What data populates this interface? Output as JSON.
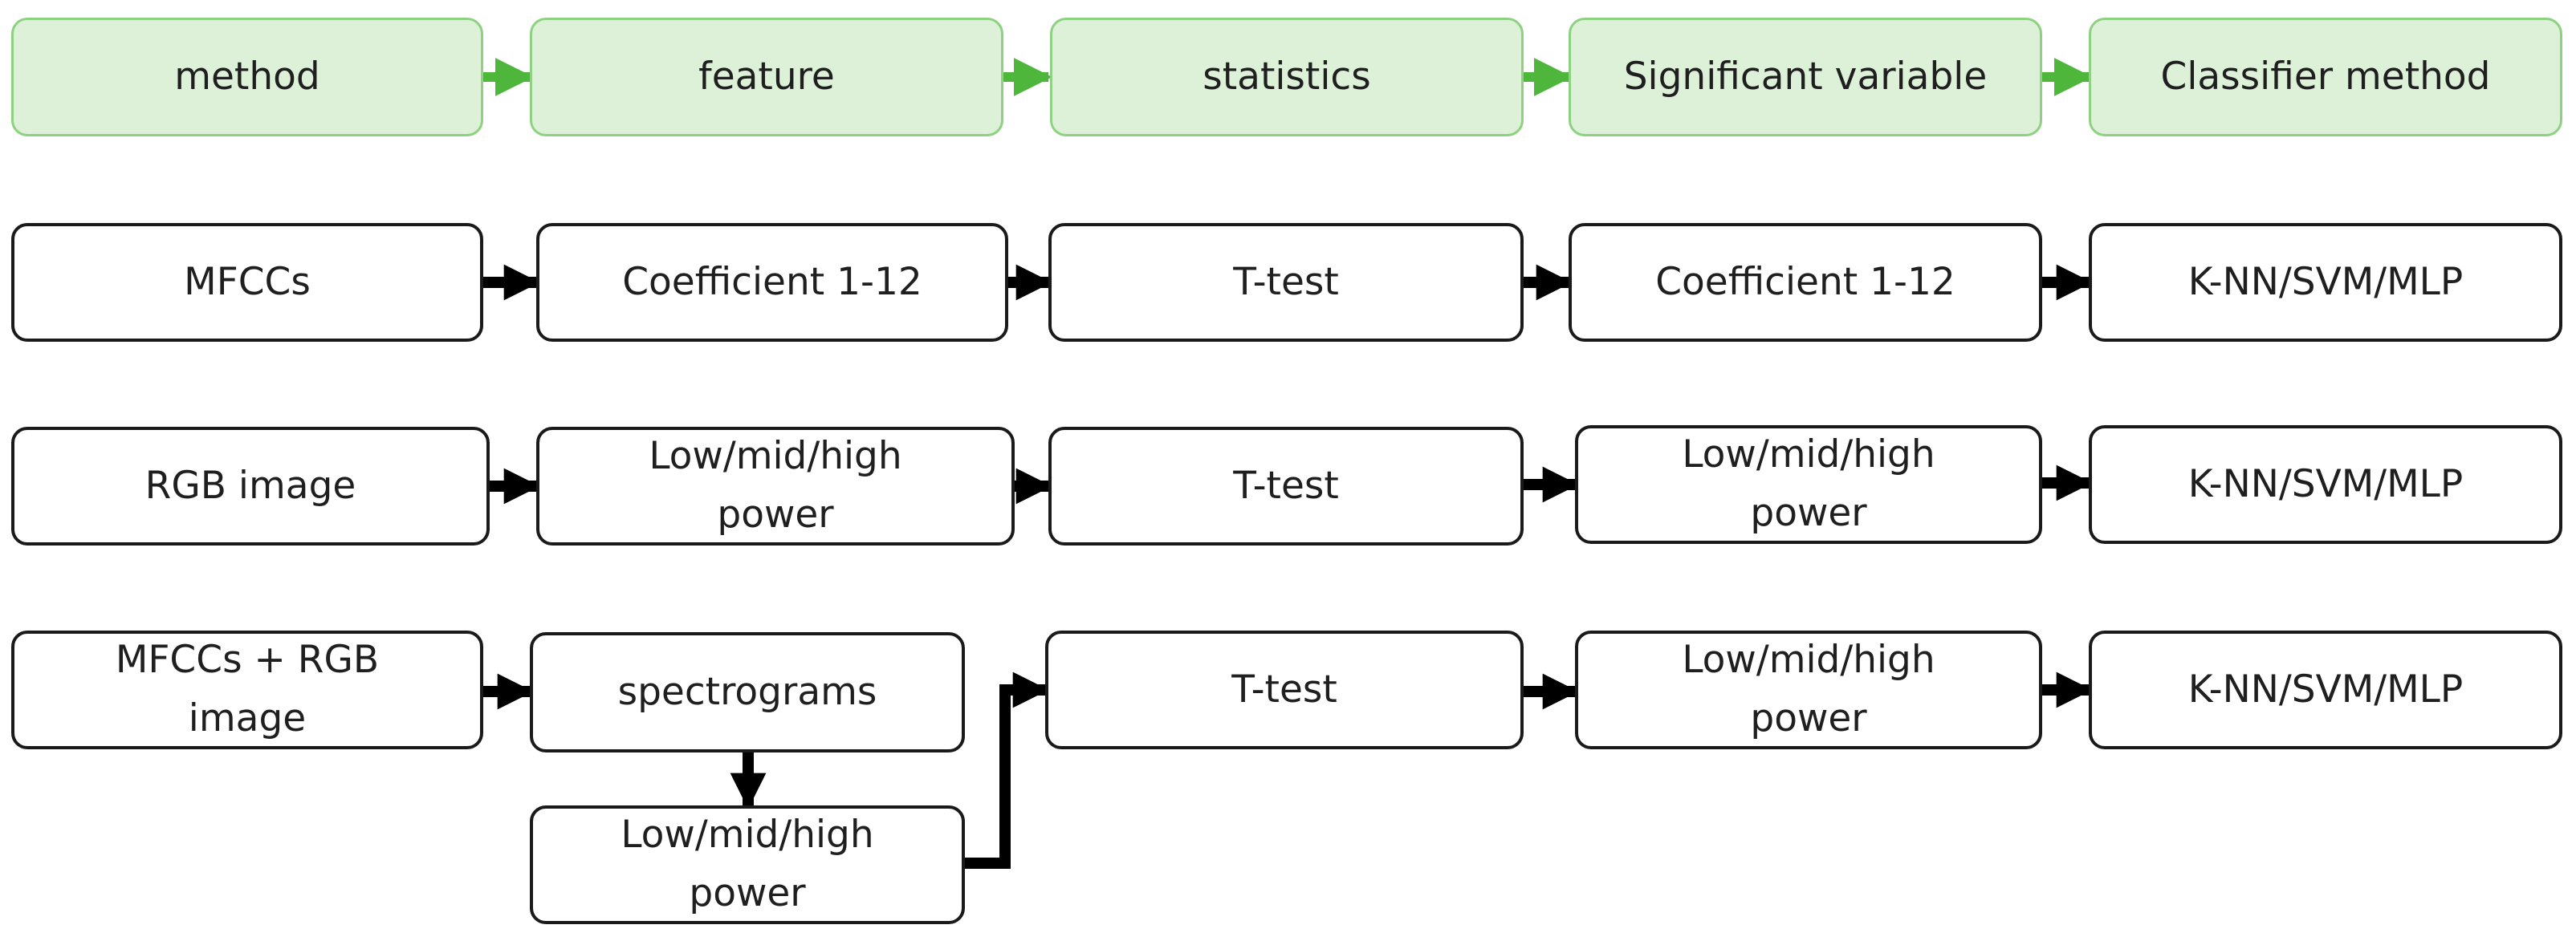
{
  "header": {
    "method": "method",
    "feature": "feature",
    "statistics": "statistics",
    "significant": "Significant variable",
    "classifier": "Classifier method"
  },
  "row1": {
    "method": "MFCCs",
    "feature": "Coefficient 1-12",
    "statistics": "T-test",
    "significant": "Coefficient 1-12",
    "classifier": "K-NN/SVM/MLP"
  },
  "row2": {
    "method": "RGB image",
    "feature": "Low/mid/high power",
    "statistics": "T-test",
    "significant": "Low/mid/high power",
    "classifier": "K-NN/SVM/MLP"
  },
  "row3": {
    "method": "MFCCs + RGB image",
    "feature": "spectrograms",
    "feature_sub": "Low/mid/high power",
    "statistics": "T-test",
    "significant": "Low/mid/high power",
    "classifier": "K-NN/SVM/MLP"
  },
  "colors": {
    "header_fill": "#ddf0d8",
    "header_border": "#8fd182",
    "header_arrow": "#4fb63c",
    "box_border": "#1a1a1a",
    "arrow": "#000000"
  }
}
